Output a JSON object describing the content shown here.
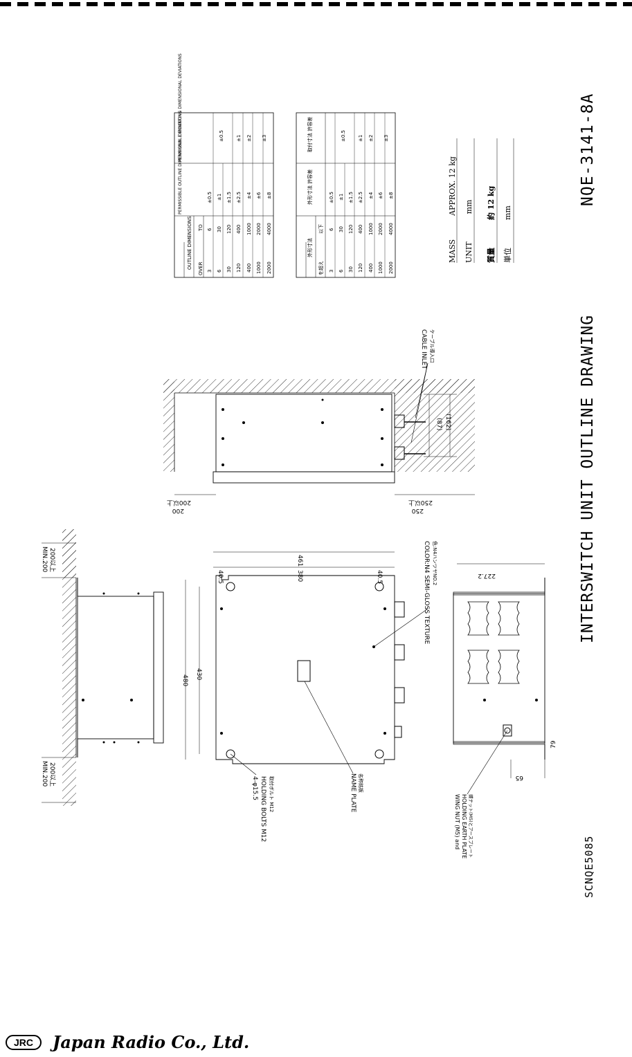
{
  "drawing": {
    "title": "INTERSWITCH UNIT OUTLINE DRAWING",
    "number": "NQE-3141-8A",
    "ref_code": "SCNQE5085"
  },
  "mass": {
    "mass_label": "MASS",
    "mass_value": "APPROX.  12  kg",
    "unit_label": "UNIT",
    "unit_value": "mm",
    "mass_label_jp": "質量",
    "mass_value_jp": "約  12  kg",
    "unit_label_jp": "単位",
    "unit_value_jp": "mm"
  },
  "tolerance_table_en": {
    "header_outline": "OUTLINE DIMENSIONS",
    "header_over": "OVER",
    "header_to": "TO",
    "header_outline_dev": "PERMISSIBLE OUTLINE DIMENSIONAL DEVIATIONS",
    "header_mount_dev": "PERMISSIBLE MOUNTING DIMENSIONAL DEVIATIONS",
    "rows": [
      {
        "over": "3",
        "to": "6",
        "outline": "±0.5"
      },
      {
        "over": "6",
        "to": "30",
        "outline": "±1"
      },
      {
        "over": "30",
        "to": "120",
        "outline": "±1.5"
      },
      {
        "over": "120",
        "to": "400",
        "outline": "±2.5"
      },
      {
        "over": "400",
        "to": "1000",
        "outline": "±4"
      },
      {
        "over": "1000",
        "to": "2000",
        "outline": "±6"
      },
      {
        "over": "2000",
        "to": "4000",
        "outline": "±8"
      }
    ],
    "mount": [
      "±0.5",
      "±1",
      "±2",
      "±3"
    ]
  },
  "tolerance_table_jp": {
    "header_outline": "外形寸法",
    "header_over": "を超え",
    "header_to": "以下",
    "header_outline_dev": "外形寸法 許容差",
    "header_mount_dev": "取付寸法 許容差"
  },
  "labels": {
    "cable_inlet": "CABLE INLET",
    "cable_inlet_jp": "ケーブル導入口",
    "color": "COLOR:N4 SEMI-GLOSS TEXTURE",
    "color_jp": "色:N4ハンツヤNO.2",
    "name_plate": "NAME PLATE",
    "name_plate_jp": "名称銘板",
    "holding_bolts": "4-φ15.5",
    "holding_bolts_2": "HOLDING BOLTS M12",
    "holding_bolts_jp": "取付ボルト M12",
    "wing_nut": "WING NUT (M5) and",
    "wing_nut_2": "HOLDING EARTH PLATE",
    "wing_nut_jp": "蝶ナット(M5)とアースプレート"
  },
  "dimensions": {
    "d480": "480",
    "d430": "430",
    "d461": "461",
    "d380": "380",
    "d40_5a": "40.5",
    "d40_5b": "40.5",
    "d227_2": "227.2",
    "d79": "79",
    "d65": "65",
    "d200": "200",
    "d200_jp": "200以上",
    "d250": "250",
    "d250_jp": "250以上",
    "d87": "(87)",
    "d162": "(162)",
    "min200a": "MIN.200",
    "min200a_jp": "200以上",
    "min200b": "MIN.200",
    "min200b_jp": "200以上"
  },
  "footer": {
    "badge": "JRC",
    "company": "Japan Radio Co., Ltd."
  }
}
